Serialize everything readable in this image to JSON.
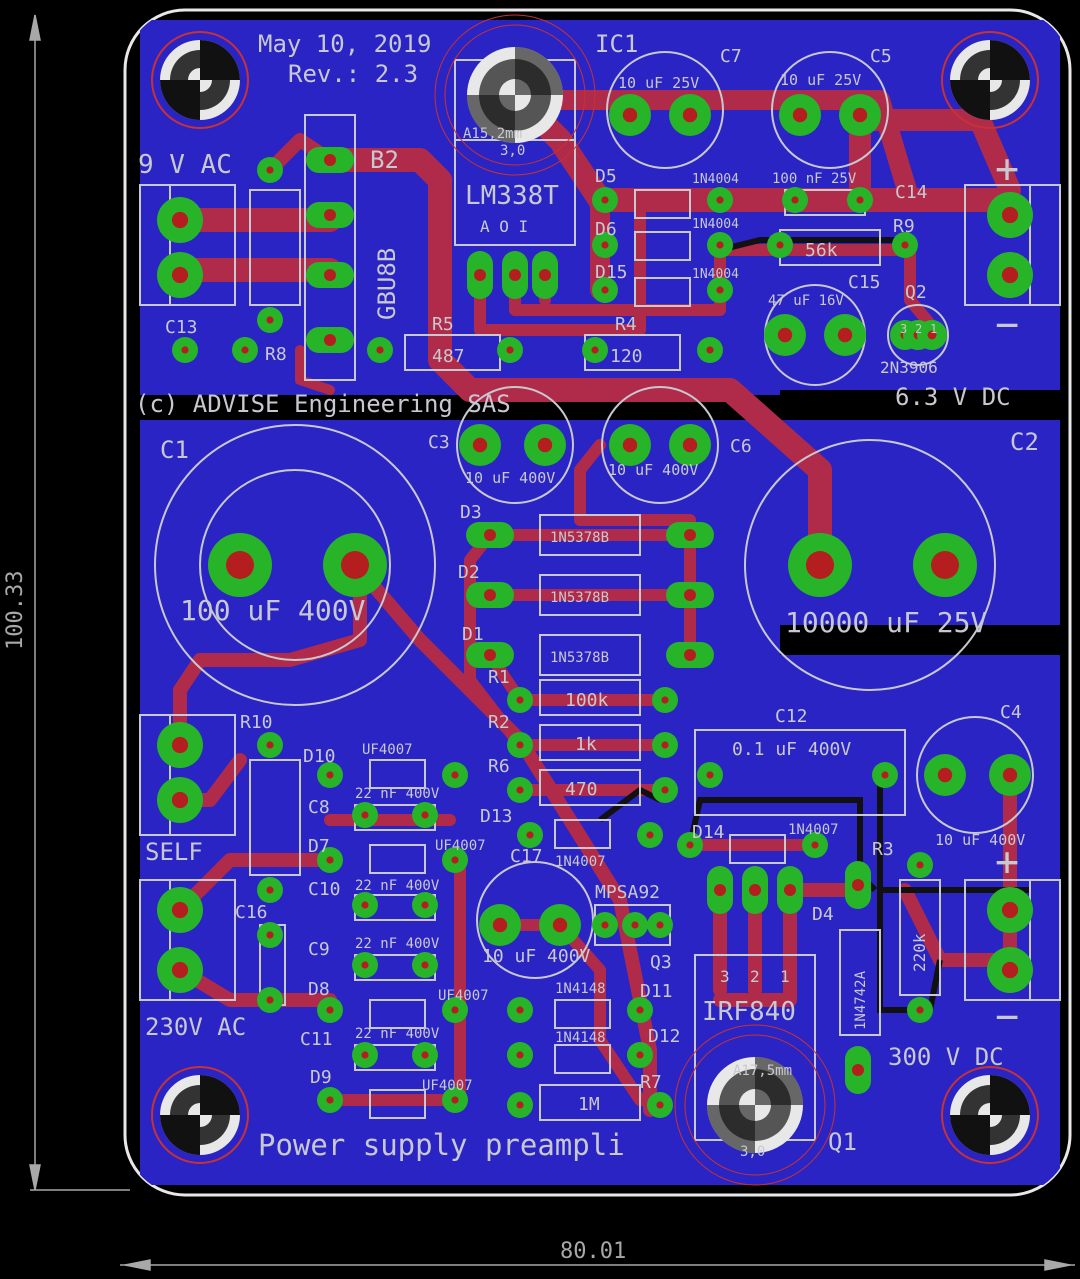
{
  "colors": {
    "background": "#000000",
    "board": "#2a24c4",
    "board_outline": "#e8e8e8",
    "silkscreen": "#c8c8d0",
    "trace": "#b02a4a",
    "pad_copper": "#28b428",
    "drill_hole": "#b41e1e",
    "dimension": "#a8a8a8",
    "keepout": "#c83232"
  },
  "dimensions": {
    "width": "80.01",
    "height": "100.33"
  },
  "header": {
    "date": "May 10, 2019",
    "revision": "Rev.: 2.3"
  },
  "copyright": "(c) ADVISE Engineering SAS",
  "footer_title": "Power supply preampli",
  "connectors": {
    "ac_in_9v": "9 V AC",
    "self": "SELF",
    "ac_in_230v": "230V AC",
    "dc_out_6v3": "6.3 V DC",
    "dc_out_300v": "300 V DC",
    "plus": "+",
    "minus": "−"
  },
  "components": {
    "IC1": {
      "ref": "IC1",
      "value": "LM338T",
      "pins": "A O I",
      "hole": "A15,2mm",
      "hole2": "3,0"
    },
    "B2": {
      "ref": "B2",
      "value": "GBU8B"
    },
    "C1": {
      "ref": "C1",
      "value": "100 uF 400V"
    },
    "C2": {
      "ref": "C2",
      "value": "10000 uF 25V"
    },
    "C3": {
      "ref": "C3",
      "value": "10 uF 400V"
    },
    "C4": {
      "ref": "C4",
      "value": "10 uF 400V"
    },
    "C5": {
      "ref": "C5",
      "value": "10 uF 25V"
    },
    "C6": {
      "ref": "C6",
      "value": "10 uF 400V"
    },
    "C7": {
      "ref": "C7",
      "value": "10 uF 25V"
    },
    "C8": {
      "ref": "C8",
      "value": "22 nF 400V"
    },
    "C9": {
      "ref": "C9",
      "value": "22 nF 400V"
    },
    "C10": {
      "ref": "C10",
      "value": "22 nF 400V"
    },
    "C11": {
      "ref": "C11",
      "value": "22 nF 400V"
    },
    "C12": {
      "ref": "C12",
      "value": "0.1 uF 400V"
    },
    "C13": {
      "ref": "C13"
    },
    "C14": {
      "ref": "C14",
      "value": "100 nF 25V"
    },
    "C15": {
      "ref": "C15",
      "value": "47 uF 16V"
    },
    "C16": {
      "ref": "C16"
    },
    "C17": {
      "ref": "C17",
      "value": "10 uF 400V"
    },
    "D1": {
      "ref": "D1",
      "value": "1N5378B"
    },
    "D2": {
      "ref": "D2",
      "value": "1N5378B"
    },
    "D3": {
      "ref": "D3",
      "value": "1N5378B"
    },
    "D4": {
      "ref": "D4",
      "value": "1N4742A"
    },
    "D5": {
      "ref": "D5",
      "value": "1N4004"
    },
    "D6": {
      "ref": "D6",
      "value": "1N4004"
    },
    "D15": {
      "ref": "D15",
      "value": "1N4004"
    },
    "D7": {
      "ref": "D7",
      "value": "UF4007"
    },
    "D8": {
      "ref": "D8",
      "value": "UF4007"
    },
    "D9": {
      "ref": "D9",
      "value": "UF4007"
    },
    "D10": {
      "ref": "D10",
      "value": "UF4007"
    },
    "D11": {
      "ref": "D11",
      "value": "1N4148"
    },
    "D12": {
      "ref": "D12",
      "value": "1N4148"
    },
    "D13": {
      "ref": "D13",
      "value": "1N4007"
    },
    "D14": {
      "ref": "D14",
      "value": "1N4007"
    },
    "R1": {
      "ref": "R1",
      "value": "100k"
    },
    "R2": {
      "ref": "R2",
      "value": "1k"
    },
    "R3": {
      "ref": "R3",
      "value": "220k"
    },
    "R4": {
      "ref": "R4",
      "value": "120"
    },
    "R5": {
      "ref": "R5",
      "value": "487"
    },
    "R6": {
      "ref": "R6",
      "value": "470"
    },
    "R7": {
      "ref": "R7",
      "value": "1M"
    },
    "R8": {
      "ref": "R8"
    },
    "R9": {
      "ref": "R9",
      "value": "56k"
    },
    "R10": {
      "ref": "R10"
    },
    "Q1": {
      "ref": "Q1",
      "value": "IRF840",
      "hole": "A17,5mm",
      "hole2": "3,0",
      "pins": [
        "3",
        "2",
        "1"
      ]
    },
    "Q2": {
      "ref": "Q2",
      "value": "2N3906",
      "pins": [
        "3",
        "2",
        "1"
      ]
    },
    "Q3": {
      "ref": "Q3",
      "value": "MPSA92"
    }
  }
}
